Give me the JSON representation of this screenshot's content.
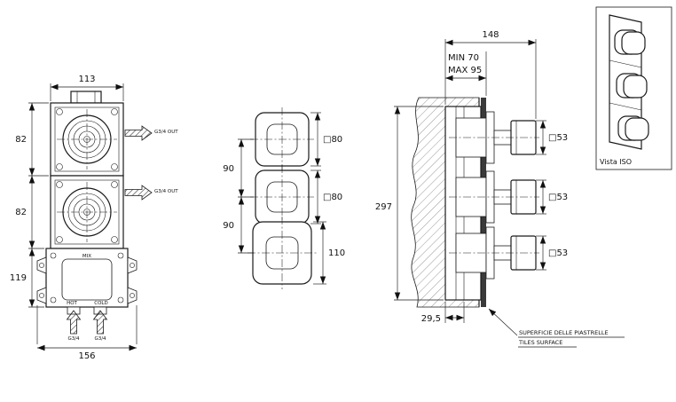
{
  "front_view": {
    "dim_width_top": "113",
    "dim_height_top": "82",
    "dim_height_mid": "82",
    "dim_height_bottom": "119",
    "dim_width_bottom": "156",
    "label_outlet_top": "G3/4 OUT",
    "label_outlet_mid": "G3/4 OUT",
    "label_mix": "MIX",
    "label_hot": "HOT",
    "label_cold": "COLD",
    "label_inlet_hot": "G3/4",
    "label_inlet_cold": "G3/4"
  },
  "trim_view": {
    "dim_spacing_top": "90",
    "dim_spacing_bottom": "90",
    "dim_plate_top": "□80",
    "dim_plate_mid": "□80",
    "dim_plate_bottom": "110"
  },
  "section_view": {
    "dim_depth_total": "148",
    "dim_depth_min": "MIN 70",
    "dim_depth_max": "MAX 95",
    "dim_height": "297",
    "dim_knob_top": "□53",
    "dim_knob_mid": "□53",
    "dim_knob_bottom": "□53",
    "dim_plate_offset": "29,5",
    "note_line1": "SUPERFICIE DELLE PIASTRELLE",
    "note_line2": "TILES SURFACE"
  },
  "iso_view": {
    "caption": "Vista ISO"
  },
  "colors": {
    "line": "#1a1a1a",
    "hatch": "#7d7d7d",
    "tile": "#3a3a3a",
    "background": "#ffffff"
  }
}
